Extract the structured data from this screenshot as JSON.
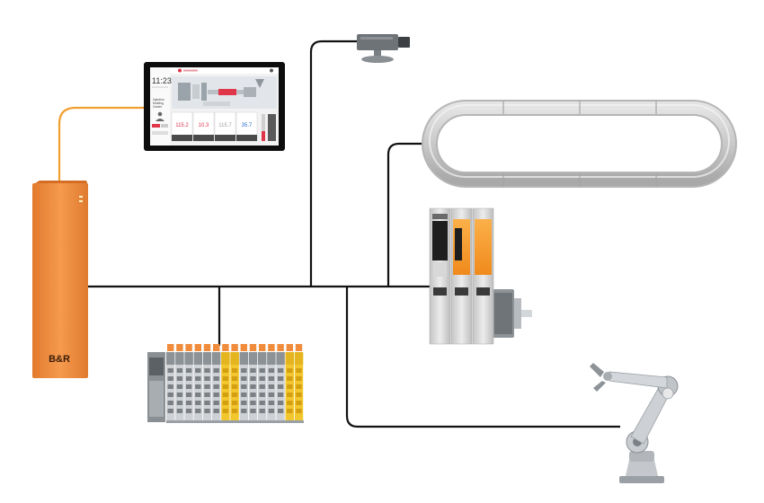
{
  "controller": {
    "brand_label": "B&R",
    "color": "#f08c3c"
  },
  "hmi": {
    "time_label": "11:23",
    "menu_lines": [
      "Injection",
      "Molding",
      "Center"
    ],
    "tile_values": [
      "115.2",
      "10.3",
      "115.7",
      "35.7"
    ],
    "accent_red": "#e0364a",
    "accent_blue": "#2e6ec8"
  },
  "network": {
    "cable_color": "#111111",
    "hmi_cable_color": "#f0a030"
  },
  "io_colors": {
    "yellow": "#f2c72e",
    "orange": "#f08c3c"
  }
}
